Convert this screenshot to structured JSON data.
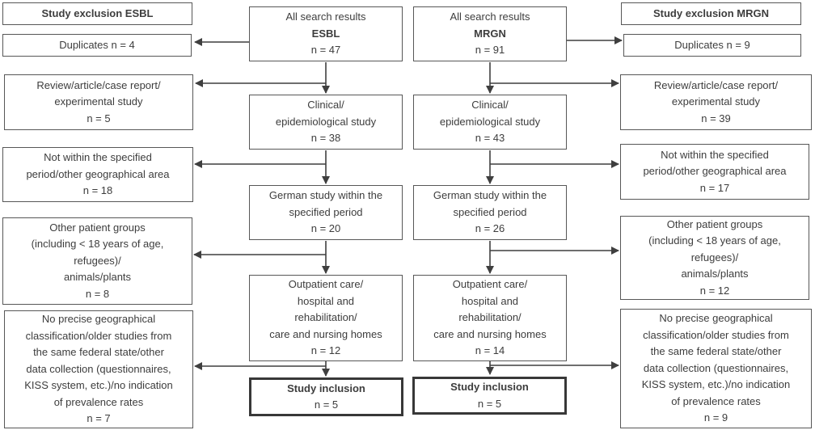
{
  "colors": {
    "box_border": "#575757",
    "inclusion_border": "#383838",
    "arrow": "#3f3f3f",
    "text": "#3d3d3d",
    "background": "#ffffff"
  },
  "left_exclusion": {
    "header": "Study exclusion ESBL",
    "items": [
      "Duplicates n = 4",
      "Review/article/case report/\nexperimental study\nn = 5",
      "Not within the specified\nperiod/other geographical area\nn = 18",
      "Other patient groups\n(including < 18 years of age,\nrefugees)/\nanimals/plants\nn = 8",
      "No precise geographical\nclassification/older studies from\nthe same federal state/other\ndata collection (questionnaires,\nKISS system, etc.)/no indication\nof prevalence rates\nn = 7"
    ]
  },
  "right_exclusion": {
    "header": "Study exclusion MRGN",
    "items": [
      "Duplicates n = 9",
      "Review/article/case report/\nexperimental study\nn = 39",
      "Not within the specified\nperiod/other geographical area\nn = 17",
      "Other patient groups\n(including < 18 years of age,\nrefugees)/\nanimals/plants\nn = 12",
      "No precise geographical\nclassification/older studies from\nthe same federal state/other\ndata collection (questionnaires,\nKISS system, etc.)/no indication\nof prevalence rates\nn = 9"
    ]
  },
  "esbl_flow": {
    "top": {
      "line1": "All search results",
      "line2": "ESBL",
      "line3": "n = 47"
    },
    "steps": [
      "Clinical/\nepidemiological study\nn = 38",
      "German study within the\nspecified period\nn = 20",
      "Outpatient care/\nhospital and\nrehabilitation/\ncare and nursing homes\nn = 12"
    ],
    "inclusion": {
      "title": "Study inclusion",
      "n": "n = 5"
    }
  },
  "mrgn_flow": {
    "top": {
      "line1": "All search results",
      "line2": "MRGN",
      "line3": "n = 91"
    },
    "steps": [
      "Clinical/\nepidemiological study\nn = 43",
      "German study within the\nspecified period\nn = 26",
      "Outpatient care/\nhospital and\nrehabilitation/\ncare and nursing homes\nn = 14"
    ],
    "inclusion": {
      "title": "Study inclusion",
      "n": "n = 5"
    }
  }
}
